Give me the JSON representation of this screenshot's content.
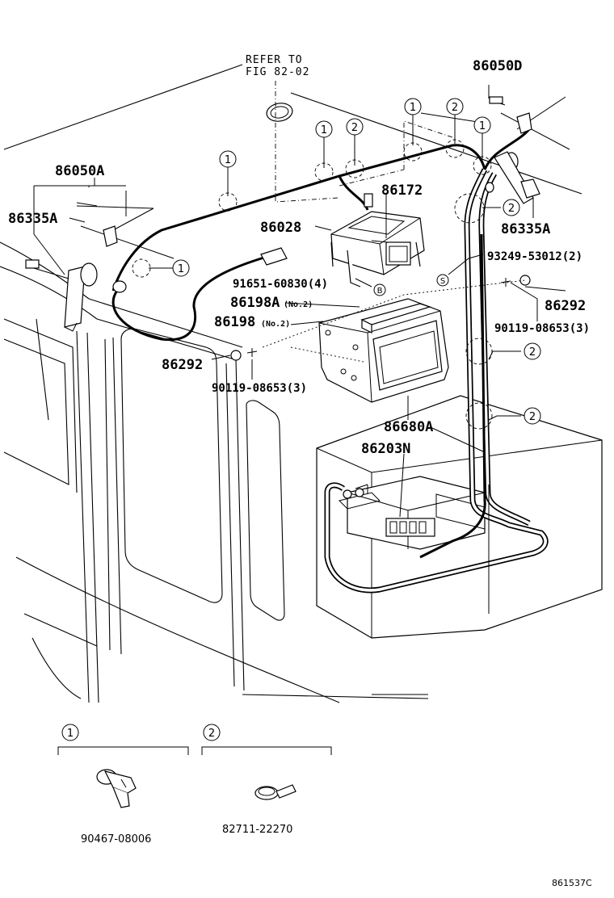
{
  "labels": {
    "refer_line1": "REFER TO",
    "refer_line2": "FIG 82-02",
    "p86050D": "86050D",
    "p86050A": "86050A",
    "p86335A_left": "86335A",
    "p86335A_right": "86335A",
    "p86172": "86172",
    "p86028": "86028",
    "p93249": "93249-53012(2)",
    "p91651": "91651-60830(4)",
    "p86198A": "86198A",
    "p86198A_sub": "(No.2)",
    "p86198": "86198",
    "p86198_sub": "(No.2)",
    "p86292_right": "86292",
    "p86292_left": "86292",
    "p90119_right": "90119-08653(3)",
    "p90119_left": "90119-08653(3)",
    "p86680A": "86680A",
    "p86203N": "86203N",
    "legend1_part": "90467-08006",
    "legend2_part": "82711-22270",
    "figure_code": "861537C"
  },
  "callouts": {
    "one": "1",
    "two": "2",
    "marker_b": "B",
    "marker_s": "S"
  }
}
